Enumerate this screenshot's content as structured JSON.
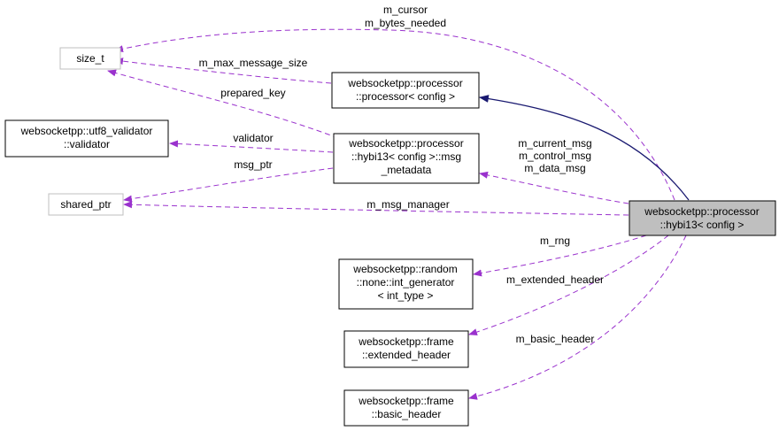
{
  "colors": {
    "usage_edge": "#9a32cd",
    "inheritance_edge": "#191970",
    "focus_fill": "#bfbfbf",
    "external_border": "#bfbfbf"
  },
  "nodes": {
    "size_t": [
      "size_t"
    ],
    "utf8_validator": [
      "websocketpp::utf8_validator",
      "::validator"
    ],
    "shared_ptr": [
      "shared_ptr"
    ],
    "processor": [
      "websocketpp::processor",
      "::processor< config >"
    ],
    "msg_metadata": [
      "websocketpp::processor",
      "::hybi13< config >::msg",
      "_metadata"
    ],
    "hybi13": [
      "websocketpp::processor",
      "::hybi13< config >"
    ],
    "int_generator": [
      "websocketpp::random",
      "::none::int_generator",
      "< int_type >"
    ],
    "extended_header": [
      "websocketpp::frame",
      "::extended_header"
    ],
    "basic_header": [
      "websocketpp::frame",
      "::basic_header"
    ]
  },
  "edges": {
    "hybi13_to_size_t": [
      "m_cursor",
      "m_bytes_needed"
    ],
    "processor_to_size_t": [
      "m_max_message_size"
    ],
    "msg_metadata_to_size_t": [
      "prepared_key"
    ],
    "msg_metadata_to_validator": [
      "validator"
    ],
    "msg_metadata_to_shared_ptr": [
      "msg_ptr"
    ],
    "hybi13_to_shared_ptr": [
      "m_msg_manager"
    ],
    "hybi13_to_msg_metadata": [
      "m_current_msg",
      "m_control_msg",
      "m_data_msg"
    ],
    "hybi13_to_int_generator": [
      "m_rng"
    ],
    "hybi13_to_extended_header": [
      "m_extended_header"
    ],
    "hybi13_to_basic_header": [
      "m_basic_header"
    ]
  }
}
